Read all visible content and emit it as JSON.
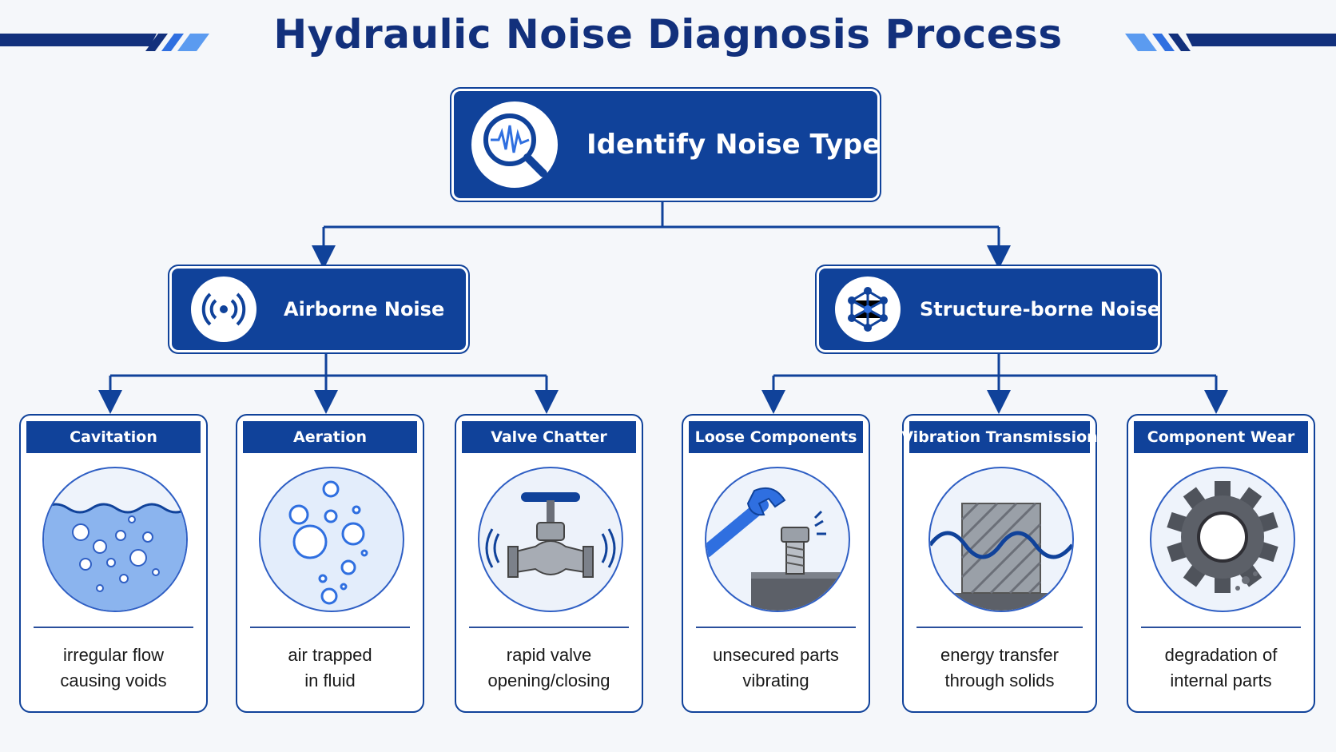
{
  "title": "Hydraulic Noise Diagnosis Process",
  "colors": {
    "primary": "#10429a",
    "accent": "#2f6fe0",
    "light": "#5b9bf0",
    "title": "#12307c"
  },
  "root": {
    "label": "Identify Noise Type",
    "icon": "waveform-magnifier-icon"
  },
  "branches": [
    {
      "label": "Airborne Noise",
      "icon": "sound-waves-icon"
    },
    {
      "label": "Structure-borne Noise",
      "icon": "network-cube-icon"
    }
  ],
  "causes": [
    {
      "title": "Cavitation",
      "desc": [
        "irregular flow",
        "causing voids"
      ],
      "icon": "bubbles-water-icon"
    },
    {
      "title": "Aeration",
      "desc": [
        "air trapped",
        "in fluid"
      ],
      "icon": "air-bubbles-icon"
    },
    {
      "title": "Valve Chatter",
      "desc": [
        "rapid valve",
        "opening/closing"
      ],
      "icon": "valve-icon"
    },
    {
      "title": "Loose Components",
      "desc": [
        "unsecured parts",
        "vibrating"
      ],
      "icon": "wrench-bolt-icon"
    },
    {
      "title": "Vibration Transmission",
      "desc": [
        "energy transfer",
        "through solids"
      ],
      "icon": "wave-block-icon"
    },
    {
      "title": "Component Wear",
      "desc": [
        "degradation of",
        "internal parts"
      ],
      "icon": "worn-gear-icon"
    }
  ]
}
